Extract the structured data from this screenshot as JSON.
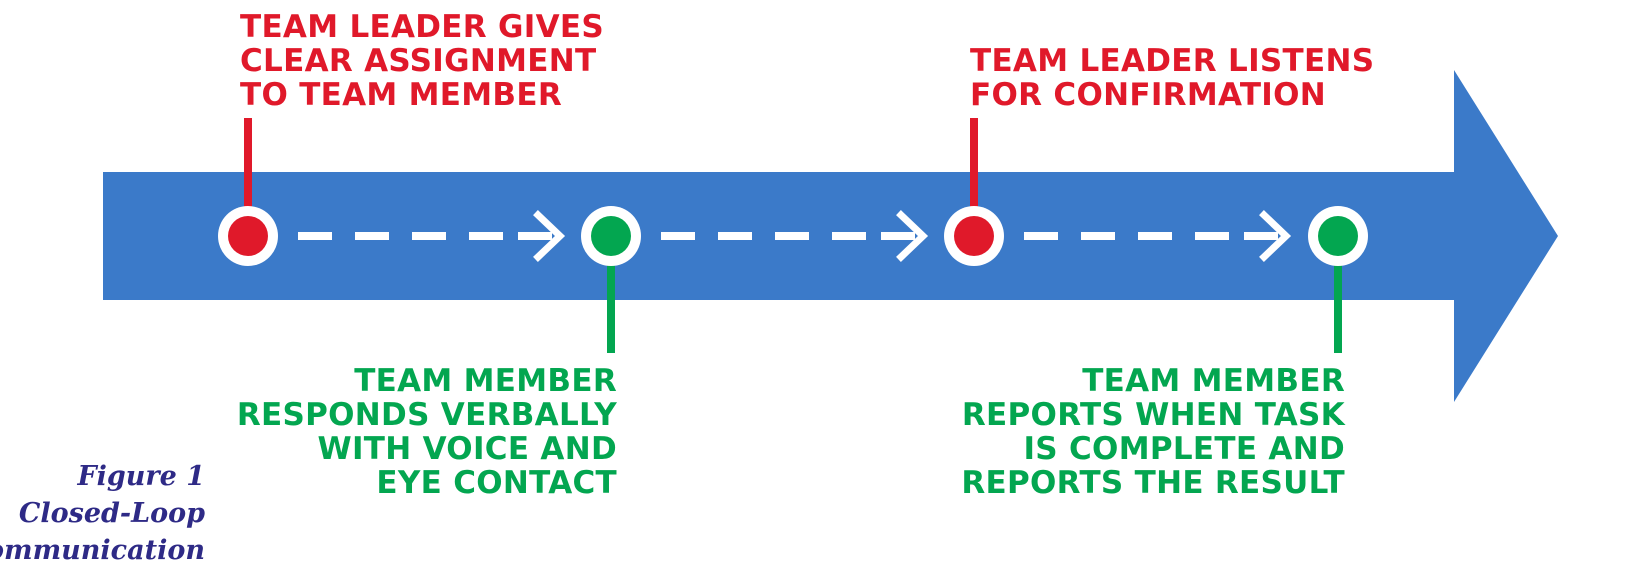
{
  "colors": {
    "arrow": "#3b7ac9",
    "leader": "#e0192a",
    "member": "#03a650",
    "dash": "#ffffff",
    "caption": "#2e2a86"
  },
  "steps": [
    {
      "id": "leader-gives-assignment",
      "role": "leader",
      "lines": [
        "TEAM LEADER GIVES",
        "CLEAR ASSIGNMENT",
        "TO TEAM MEMBER"
      ]
    },
    {
      "id": "member-responds",
      "role": "member",
      "lines": [
        "TEAM MEMBER",
        "RESPONDS VERBALLY",
        "WITH VOICE AND",
        "EYE CONTACT"
      ]
    },
    {
      "id": "leader-listens",
      "role": "leader",
      "lines": [
        "TEAM LEADER LISTENS",
        "FOR CONFIRMATION"
      ]
    },
    {
      "id": "member-reports",
      "role": "member",
      "lines": [
        "TEAM MEMBER",
        "REPORTS WHEN TASK",
        "IS COMPLETE AND",
        "REPORTS THE RESULT"
      ]
    }
  ],
  "caption": {
    "figure": "Figure 1",
    "title_line1": "Closed-Loop",
    "title_line2": "Communication"
  }
}
